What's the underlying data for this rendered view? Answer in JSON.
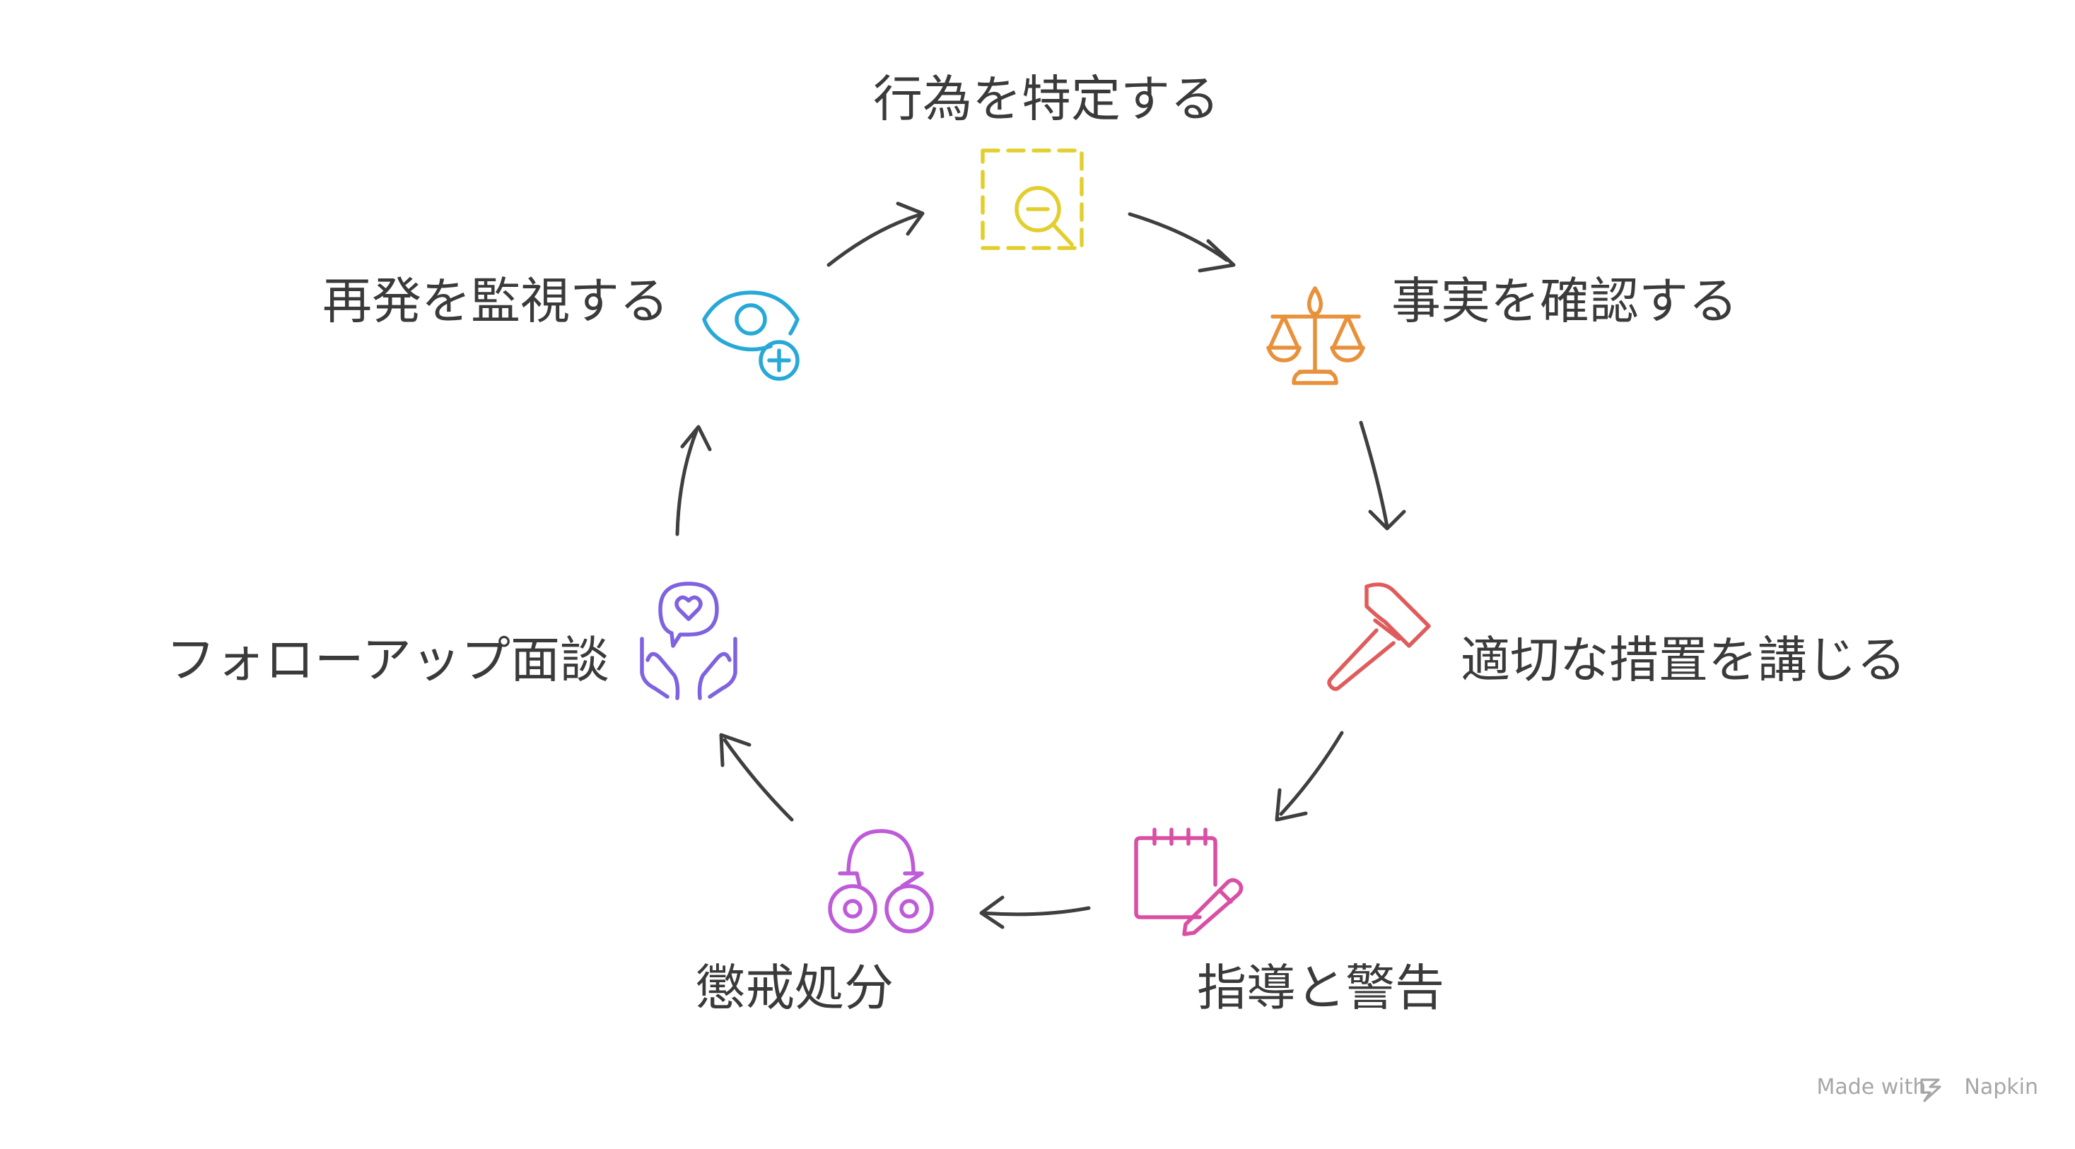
{
  "steps": [
    {
      "id": "identify",
      "label": "行為を特定する",
      "icon": "dashed-magnifier-icon",
      "color": "#E2CF2E"
    },
    {
      "id": "confirm",
      "label": "事実を確認する",
      "icon": "scales-icon",
      "color": "#E8913A"
    },
    {
      "id": "measures",
      "label": "適切な措置を講じる",
      "icon": "hammer-icon",
      "color": "#E05C5C"
    },
    {
      "id": "guidance",
      "label": "指導と警告",
      "icon": "notepad-pencil-icon",
      "color": "#D94FA4"
    },
    {
      "id": "discipline",
      "label": "懲戒処分",
      "icon": "handcuffs-icon",
      "color": "#BE5BD9"
    },
    {
      "id": "followup",
      "label": "フォローアップ面談",
      "icon": "hands-heart-icon",
      "color": "#7E62E0"
    },
    {
      "id": "monitor",
      "label": "再発を監視する",
      "icon": "eye-plus-icon",
      "color": "#27A9D8"
    }
  ],
  "arrow_color": "#3f3f3f",
  "watermark": {
    "prefix": "Made with",
    "brand": "Napkin"
  }
}
